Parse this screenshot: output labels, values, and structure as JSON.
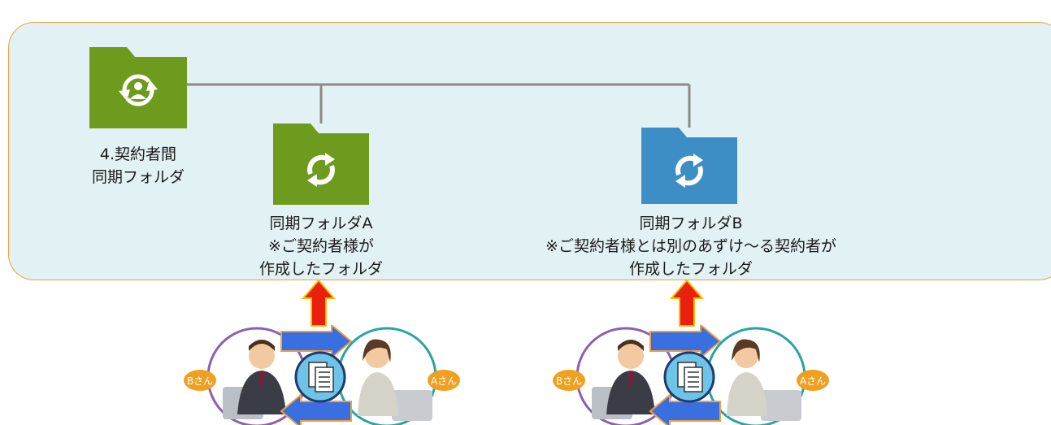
{
  "colors": {
    "panel_bg": "#e2f1f3",
    "panel_border": "#f0a040",
    "green_folder": "#6e9a1e",
    "blue_folder": "#3d8ec4",
    "connector": "#8a8a8a",
    "arrow_red": "#e8200c",
    "arrow_blue": "#3a6fe0"
  },
  "main_folder": {
    "icon": "shared-sync-folder-icon",
    "label_line1": "4.契約者間",
    "label_line2": "同期フォルダ"
  },
  "folder_a": {
    "icon": "sync-folder-icon",
    "label_line1": "同期フォルダA",
    "label_line2": "※ご契約者様が",
    "label_line3": "作成したフォルダ"
  },
  "folder_b": {
    "icon": "sync-folder-icon",
    "label_line1": "同期フォルダB",
    "label_line2": "※ご契約者様とは別のあずけ～る契約者が",
    "label_line3": "作成したフォルダ"
  },
  "user_groups": [
    {
      "left_badge": "Bさん",
      "right_badge": "Aさん"
    },
    {
      "left_badge": "Bさん",
      "right_badge": "Aさん"
    }
  ]
}
